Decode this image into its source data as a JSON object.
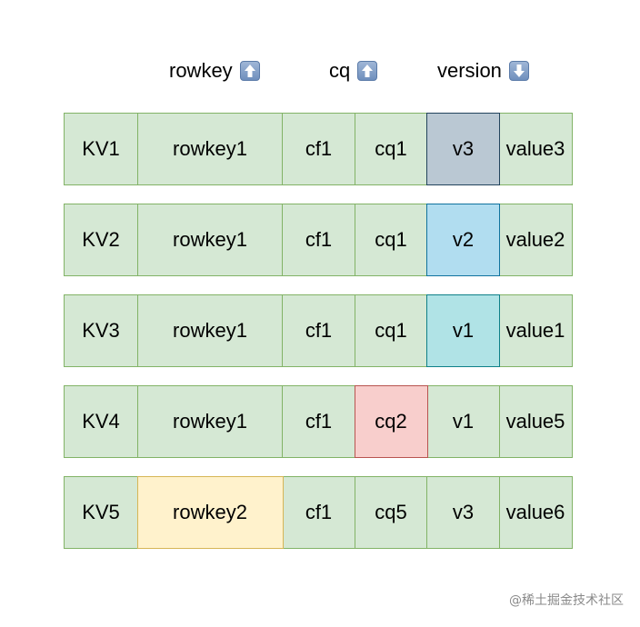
{
  "headers": {
    "rowkey": {
      "label": "rowkey",
      "arrow": "up"
    },
    "cq": {
      "label": "cq",
      "arrow": "up"
    },
    "version": {
      "label": "version",
      "arrow": "down"
    }
  },
  "rows": [
    {
      "id": "KV1",
      "rowkey": "rowkey1",
      "cf": "cf1",
      "cq": "cq1",
      "version": "v3",
      "value": "value3"
    },
    {
      "id": "KV2",
      "rowkey": "rowkey1",
      "cf": "cf1",
      "cq": "cq1",
      "version": "v2",
      "value": "value2"
    },
    {
      "id": "KV3",
      "rowkey": "rowkey1",
      "cf": "cf1",
      "cq": "cq1",
      "version": "v1",
      "value": "value1"
    },
    {
      "id": "KV4",
      "rowkey": "rowkey1",
      "cf": "cf1",
      "cq": "cq2",
      "version": "v1",
      "value": "value5"
    },
    {
      "id": "KV5",
      "rowkey": "rowkey2",
      "cf": "cf1",
      "cq": "cq5",
      "version": "v3",
      "value": "value6"
    }
  ],
  "colors": {
    "cell_fill": "#d5e8d4",
    "cell_border": "#82b366",
    "v3_highlight": "#bac8d3",
    "v2_highlight": "#b1ddf0",
    "v1_highlight": "#b0e3e6",
    "cq2_highlight": "#f8cecc",
    "rowkey2_highlight": "#fff2cc"
  },
  "watermark": "@稀土掘金技术社区"
}
